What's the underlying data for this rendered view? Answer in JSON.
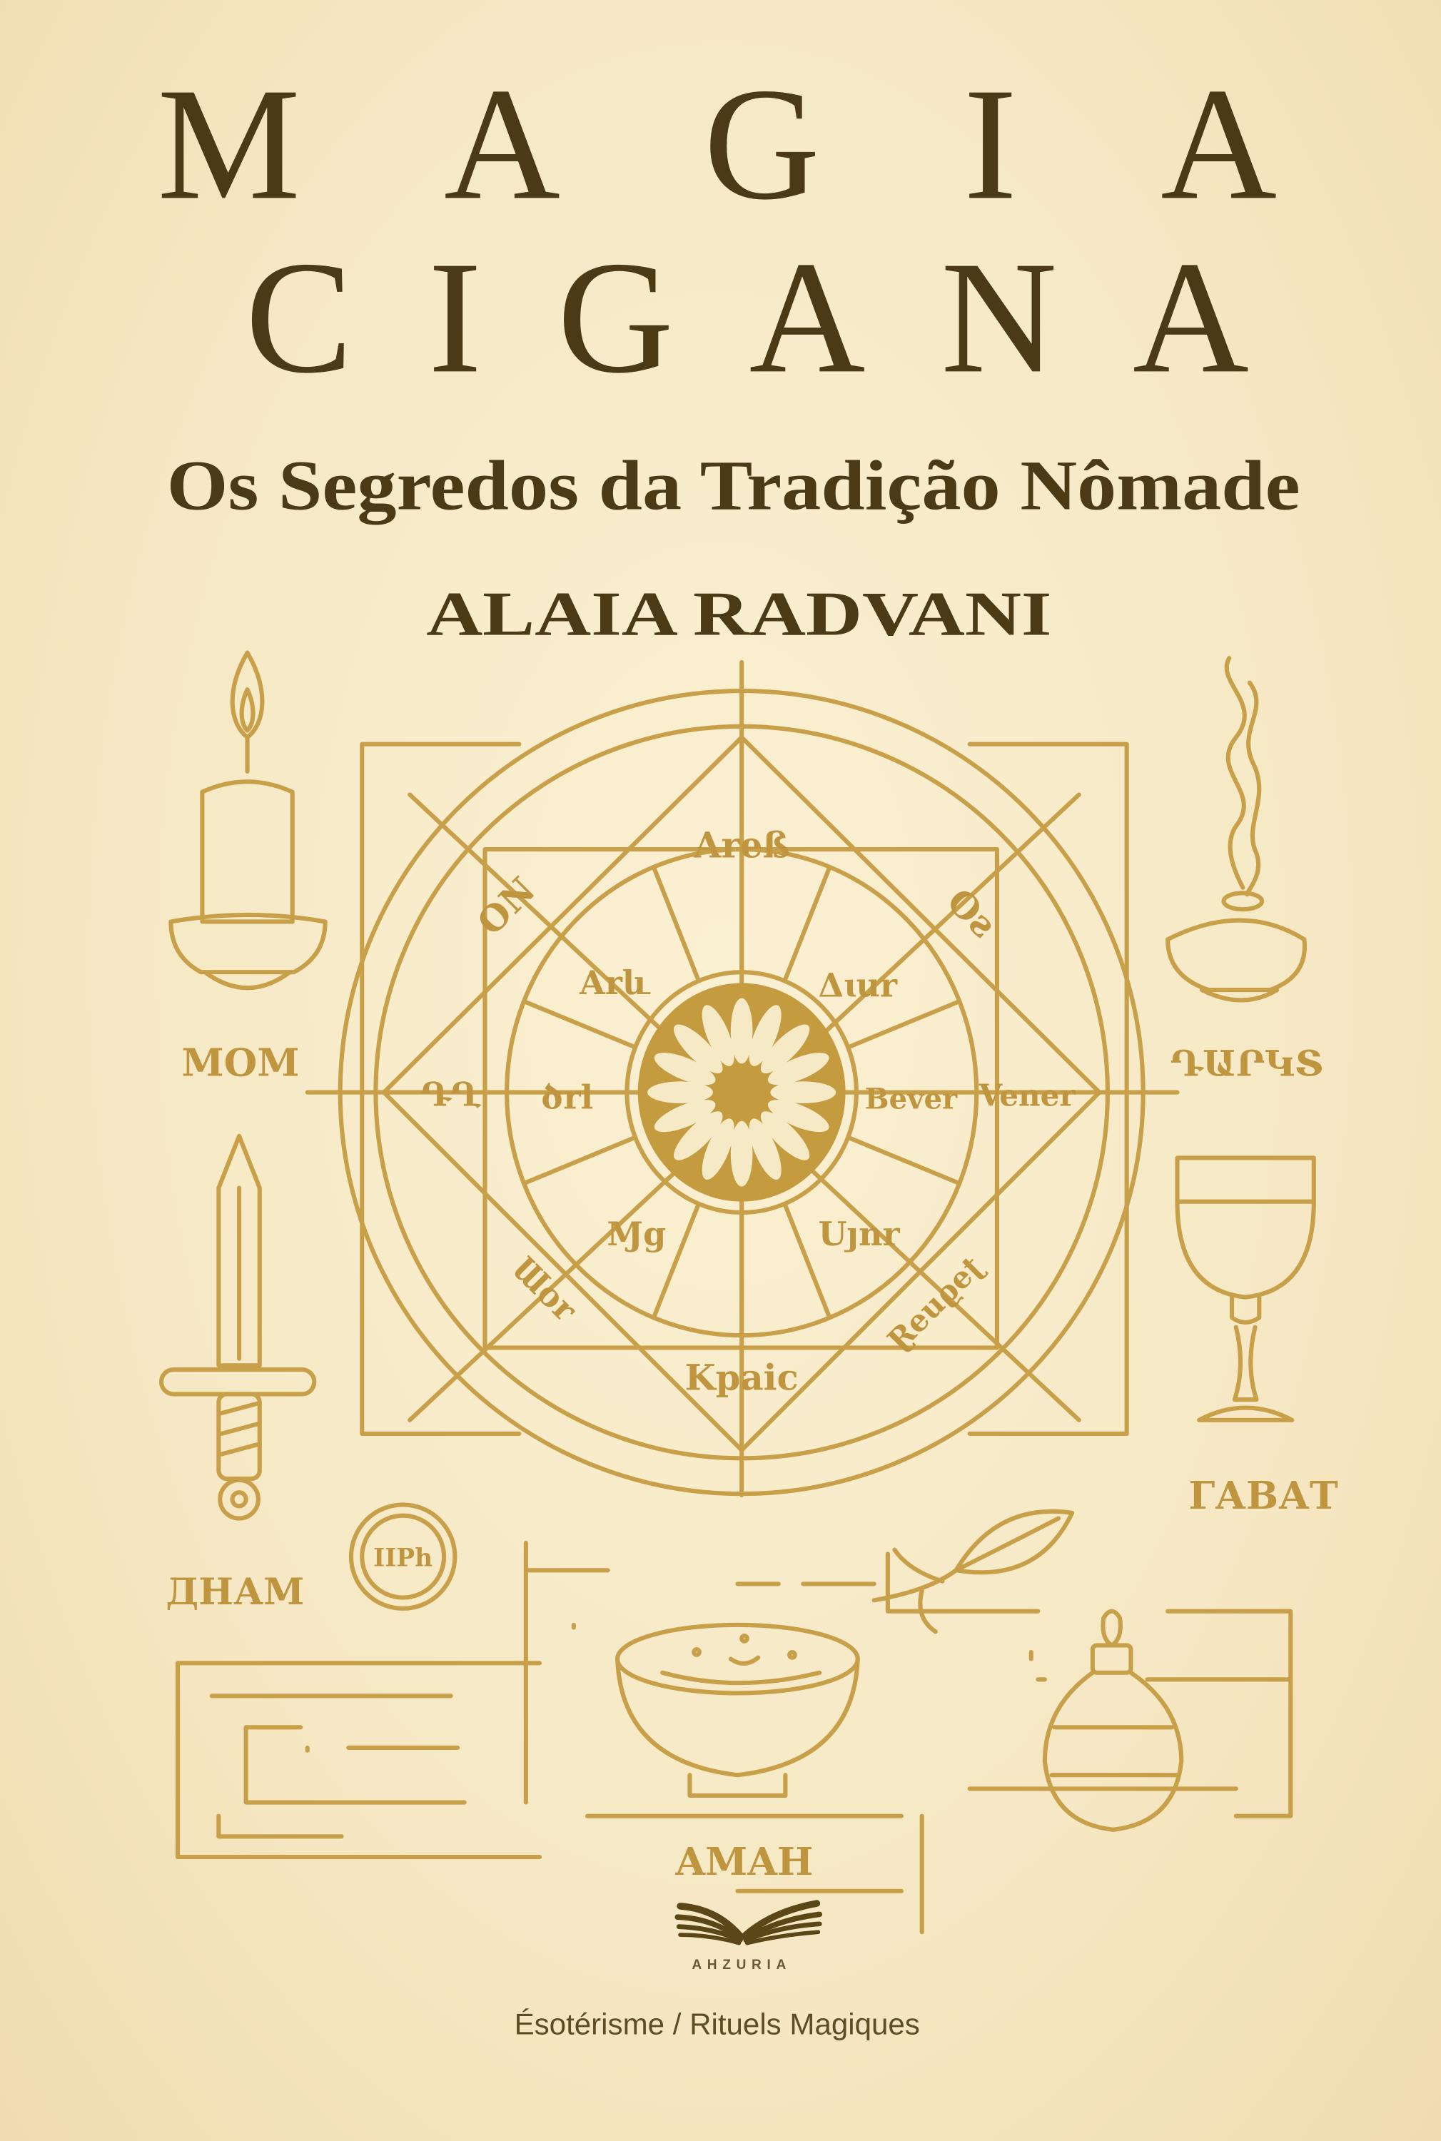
{
  "cover": {
    "title_line1": "MAGIA",
    "title_line2": "CIGANA",
    "subtitle": "Os Segredos da Tradição Nômade",
    "author": "ALAIA RADVANI",
    "publisher": "AHZURIA",
    "category": "Ésotérisme / Rituels Magiques"
  },
  "illustration": {
    "outer_labels": {
      "top": "Areß",
      "top_left": "ON",
      "top_right": "Oƨ",
      "left": "ԴՂ",
      "right": "Vener",
      "bottom_left": "Ɯor",
      "bottom_right": "Ɽeuϱeʈ",
      "bottom": "Kpaic"
    },
    "inner_labels": {
      "upper_left": "Arև",
      "upper_right": "Δɩur",
      "left": "ծrl",
      "right": "Bever",
      "lower_left": "Ɱg",
      "lower_right": "Uյnr"
    },
    "object_labels": {
      "candle": "MOM",
      "incense": "ԴԱՐԿՏ",
      "dagger": "ДНАМ",
      "coin": "IIPh",
      "goblet": "ГАВАТ",
      "bowl": "AMAH"
    },
    "icons": [
      "candle-icon",
      "incense-burner-icon",
      "dagger-icon",
      "coin-icon",
      "goblet-icon",
      "leaf-icon",
      "bowl-icon",
      "bottle-icon",
      "romani-wheel-icon",
      "open-book-logo-icon"
    ]
  },
  "colors": {
    "background": "#f6e9c6",
    "gold": "#c9a04a",
    "title": "#4a3a16"
  }
}
